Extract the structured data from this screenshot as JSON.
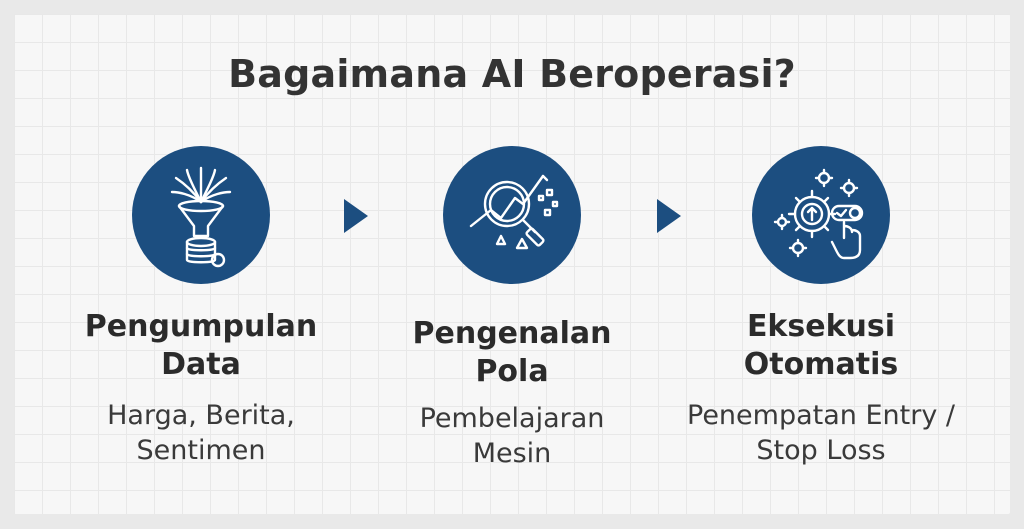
{
  "title": "Bagaimana AI Beroperasi?",
  "colors": {
    "accent": "#1c4e80",
    "text": "#333333",
    "background": "#f7f7f7"
  },
  "steps": [
    {
      "icon": "funnel-data-icon",
      "title_lines": [
        "Pengumpulan",
        "Data"
      ],
      "desc_lines": [
        "Harga, Berita,",
        "Sentimen"
      ]
    },
    {
      "icon": "magnifier-chart-icon",
      "title_lines": [
        "Pengenalan",
        "Pola"
      ],
      "desc_lines": [
        "Pembelajaran",
        "Mesin"
      ]
    },
    {
      "icon": "gears-automation-icon",
      "title_lines": [
        "Eksekusi",
        "Otomatis"
      ],
      "desc_lines": [
        "Penempatan Entry /",
        "Stop Loss"
      ]
    }
  ]
}
